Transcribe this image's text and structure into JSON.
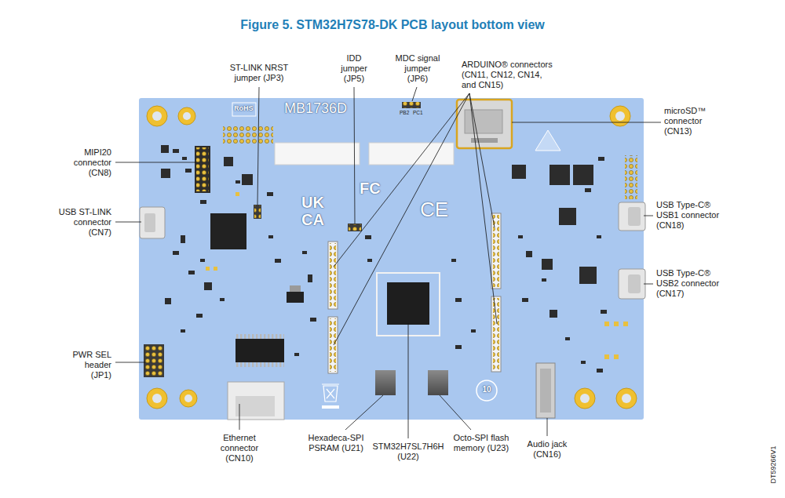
{
  "diagram": {
    "title": "Figure 5. STM32H7S78-DK PCB layout bottom view",
    "labels": [
      "ST-LINK NRST jumper (JP3)",
      "IDD jumper (JP5)",
      "MDC signal jumper (JP6)",
      "ARDUINO® connectors (CN11, CN12, CN14, and CN15)",
      "microSD™ connector (CN13)",
      "MIPI20 connector (CN8)",
      "USB ST-LINK connector (CN7)",
      "USB Type-C® USB1 connector (CN18)",
      "USB Type-C® USB2 connector (CN17)",
      "PWR SEL header (JP1)",
      "Ethernet connector (CN10)",
      "Hexadeca-SPI PSRAM (U21)",
      "STM32H7SL7H6H (U22)",
      "Octo-SPI flash memory (U23)",
      "Audio jack (CN16)",
      "RoHS",
      "MB1736D",
      "PB2",
      "PC1",
      "UK",
      "CA",
      "FC",
      "CE",
      "10",
      "DT59266V1"
    ]
  }
}
